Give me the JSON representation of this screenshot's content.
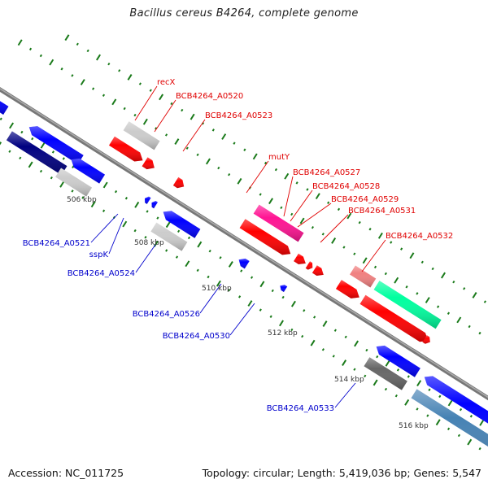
{
  "title": "Bacillus cereus B4264, complete genome",
  "footer": {
    "accession": "Accession: NC_011725",
    "summary": "Topology: circular; Length: 5,419,036 bp; Genes: 5,547"
  },
  "colors": {
    "backbone": "#8c8c8c",
    "forward_label": "#e00000",
    "reverse_label": "#0000cc",
    "tick": "#1a7a1a",
    "kbp_text": "#333333"
  },
  "ruler": {
    "ticks": [
      "506 kbp",
      "508 kbp",
      "510 kbp",
      "512 kbp",
      "514 kbp",
      "516 kbp"
    ]
  },
  "forward_labels": [
    {
      "name": "recX"
    },
    {
      "name": "BCB4264_A0520"
    },
    {
      "name": "BCB4264_A0523"
    },
    {
      "name": "mutY"
    },
    {
      "name": "BCB4264_A0527"
    },
    {
      "name": "BCB4264_A0528"
    },
    {
      "name": "BCB4264_A0529"
    },
    {
      "name": "BCB4264_A0531"
    },
    {
      "name": "BCB4264_A0532"
    }
  ],
  "reverse_labels": [
    {
      "name": "BCB4264_A0521"
    },
    {
      "name": "sspK"
    },
    {
      "name": "BCB4264_A0524"
    },
    {
      "name": "BCB4264_A0526"
    },
    {
      "name": "BCB4264_A0530"
    },
    {
      "name": "BCB4264_A0533"
    }
  ],
  "feature_colors": {
    "red": "#ff0000",
    "blue": "#0000ff",
    "navy": "#000080",
    "light_gray": "#cccccc",
    "dark_gray": "#666666",
    "magenta": "#ff1493",
    "pink": "#f08080",
    "mint": "#00ff9f",
    "steel": "#4682b4"
  }
}
